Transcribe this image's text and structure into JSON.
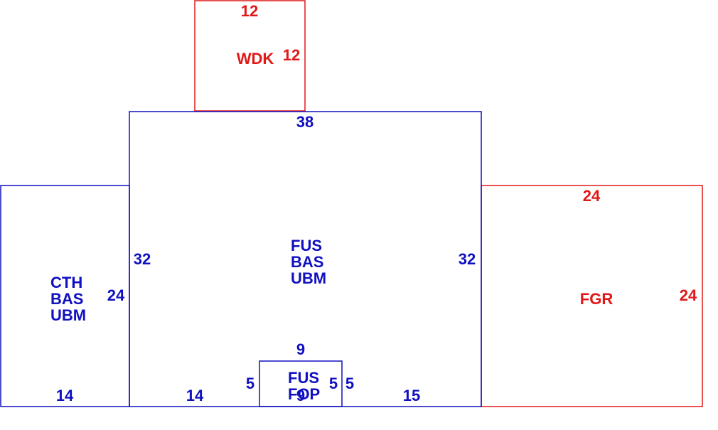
{
  "colors": {
    "blue": "#1010c0",
    "red": "#e01818",
    "background": "#ffffff"
  },
  "areas": {
    "wdk": {
      "lines": [
        "WDK"
      ],
      "dims": {
        "top": "12",
        "right": "12"
      }
    },
    "fus_main": {
      "lines": [
        "FUS",
        "BAS",
        "UBM"
      ],
      "dims": {
        "top": "38",
        "left": "32",
        "right": "32",
        "bottom_left": "14",
        "bottom_right": "15"
      }
    },
    "cth": {
      "lines": [
        "CTH",
        "BAS",
        "UBM"
      ],
      "dims": {
        "right": "24",
        "bottom": "14"
      }
    },
    "fgr": {
      "lines": [
        "FGR"
      ],
      "dims": {
        "top": "24",
        "right": "24"
      }
    },
    "fop": {
      "lines": [
        "FUS",
        "FOP"
      ],
      "dims": {
        "top": "9",
        "left": "5",
        "right": "5",
        "bottom": "9"
      }
    }
  }
}
